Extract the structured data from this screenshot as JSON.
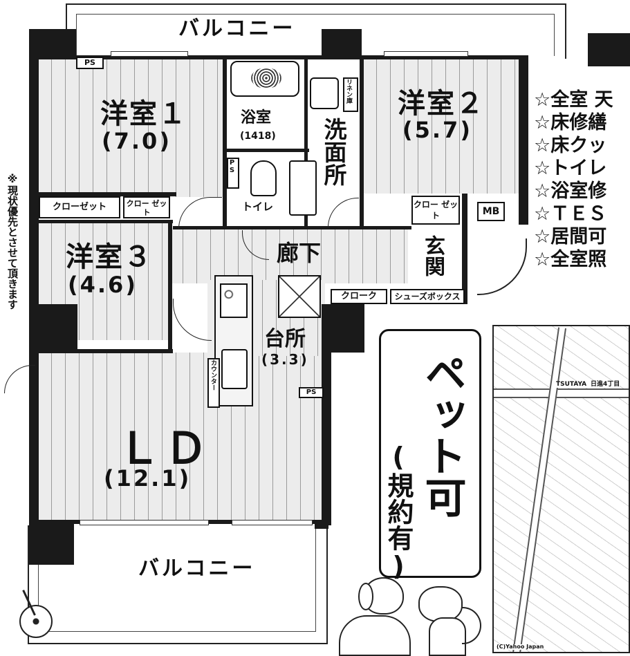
{
  "rooms": {
    "room1": {
      "name": "洋室１",
      "size": "(7.0)"
    },
    "room2": {
      "name": "洋室２",
      "size": "(5.7)"
    },
    "room3": {
      "name": "洋室３",
      "size": "(4.6)"
    },
    "ld": {
      "name": "ＬＤ",
      "size": "(12.1)"
    },
    "kitchen": {
      "name": "台所",
      "size": "(3.3)"
    },
    "bath": {
      "name": "浴室",
      "size": "(1418)"
    },
    "washroom": {
      "name": "洗面所"
    },
    "toilet": {
      "name": "トイレ"
    },
    "hallway": {
      "name": "廊下"
    },
    "entrance": {
      "name": "玄関"
    }
  },
  "labels": {
    "balcony_top": "バルコニー",
    "balcony_bottom": "バルコニー",
    "closet1": "クローゼット",
    "closet2": "クロー ゼット",
    "closet3": "クロー ゼット",
    "cloak": "クローク",
    "shoebox": "シューズボックス",
    "counter": "カウンター",
    "linen": "リネン庫",
    "ps1": "PS",
    "ps2": "PS",
    "ps3": "PS",
    "mb": "MB"
  },
  "side_note": "※現状優先とさせて頂きます",
  "notes": [
    "☆全室 天",
    "☆床修繕",
    "☆床クッ",
    "☆トイレ",
    "☆浴室修",
    "☆ＴＥＳ",
    "☆居間可",
    "☆全室照"
  ],
  "pet": {
    "main": "ペット可",
    "sub": "(規約有)"
  },
  "map_labels": [
    "TSUTAYA",
    "日進4丁目",
    "(C)Yahoo Japan"
  ]
}
